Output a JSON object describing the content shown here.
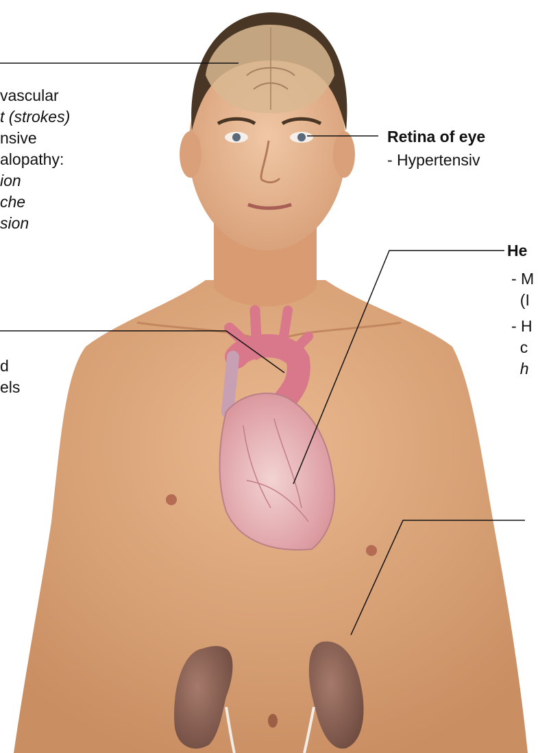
{
  "labels": {
    "brain": [
      {
        "text": "vascular",
        "italic": false
      },
      {
        "text": "t  (strokes)",
        "italic": true
      },
      {
        "text": "nsive",
        "italic": false
      },
      {
        "text": "alopathy:",
        "italic": false
      },
      {
        "text": "ion",
        "italic": true
      },
      {
        "text": "che",
        "italic": true
      },
      {
        "text": "sion",
        "italic": true
      }
    ],
    "vessels": [
      "d",
      "els"
    ],
    "retina": {
      "title": "Retina of eye",
      "item": "- Hypertensiv"
    },
    "heart": {
      "title": "He",
      "items": [
        {
          "text": "- M",
          "italic": false
        },
        {
          "text": "  (I",
          "italic": false
        },
        {
          "text": "- H",
          "italic": false
        },
        {
          "text": "  c",
          "italic": false
        },
        {
          "text": "  h",
          "italic": true
        }
      ]
    }
  },
  "colors": {
    "skin": "#e2aa7d",
    "skin_shadow": "#c98a5e",
    "hair": "#4a3624",
    "brain": "#d9b892",
    "heart": "#e2a6ac",
    "aorta": "#d9788a",
    "kidney": "#8c6356",
    "leader_line": "#111111"
  }
}
